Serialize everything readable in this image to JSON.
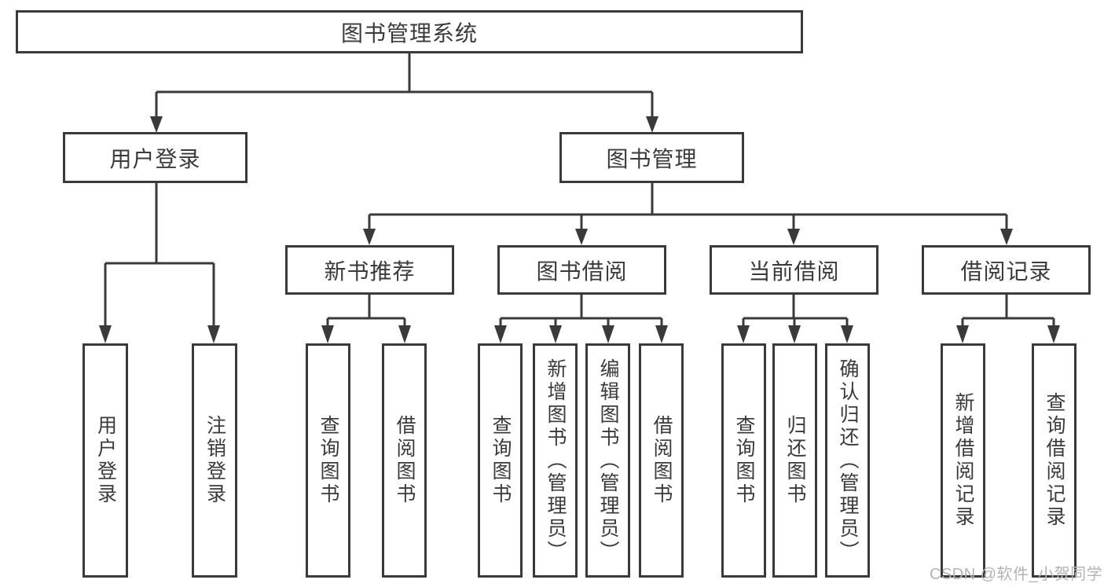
{
  "tree": {
    "label": "图书管理系统",
    "children": [
      {
        "label": "用户登录",
        "children": [
          {
            "label": "用户登录"
          },
          {
            "label": "注销登录"
          }
        ]
      },
      {
        "label": "图书管理",
        "children": [
          {
            "label": "新书推荐",
            "children": [
              {
                "label": "查询图书"
              },
              {
                "label": "借阅图书"
              }
            ]
          },
          {
            "label": "图书借阅",
            "children": [
              {
                "label": "查询图书"
              },
              {
                "label": "新增图书（管理员）"
              },
              {
                "label": "编辑图书（管理员）"
              },
              {
                "label": "借阅图书"
              }
            ]
          },
          {
            "label": "当前借阅",
            "children": [
              {
                "label": "查询图书"
              },
              {
                "label": "归还图书"
              },
              {
                "label": "确认归还（管理员）"
              }
            ]
          },
          {
            "label": "借阅记录",
            "children": [
              {
                "label": "新增借阅记录"
              },
              {
                "label": "查询借阅记录"
              }
            ]
          }
        ]
      }
    ]
  },
  "watermark": {
    "text": "CSDN @软件_小贺同学"
  },
  "colors": {
    "stroke": "#3a3a3a",
    "node_background": "#ffffff",
    "text": "#3a3a3a",
    "watermark": "#b3b3b3"
  }
}
